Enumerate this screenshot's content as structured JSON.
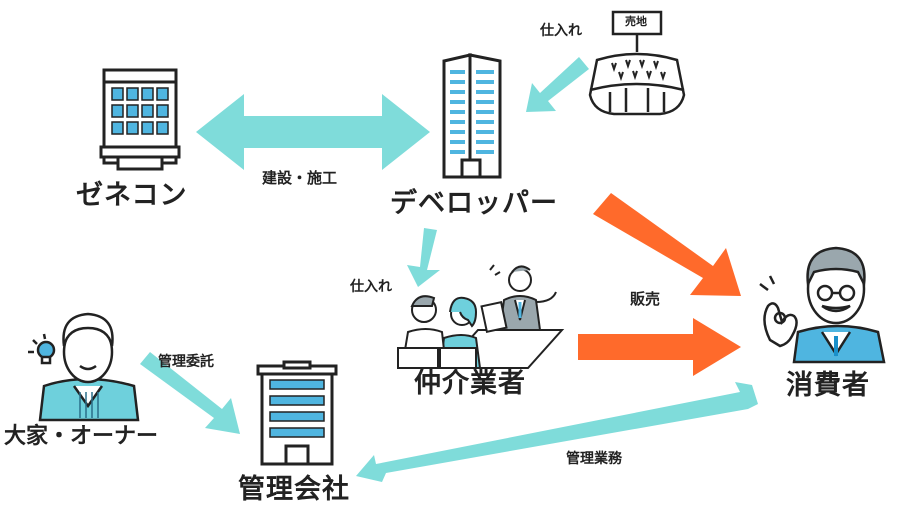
{
  "colors": {
    "accent_teal": "#7fdcda",
    "accent_orange": "#ff6a2b",
    "building_blue": "#4fb5e0",
    "outline": "#222222"
  },
  "nodes": {
    "genecon": "ゼネコン",
    "developer": "デベロッパー",
    "broker": "仲介業者",
    "consumer": "消費者",
    "owner": "大家・オーナー",
    "management": "管理会社"
  },
  "edges": {
    "construction": "建設・施工",
    "purchase_land": "仕入れ",
    "purchase_broker": "仕入れ",
    "sales": "販売",
    "management_commission": "管理委託",
    "management_work": "管理業務"
  },
  "sign_text": "売地",
  "icons": {
    "genecon": "office-building-icon",
    "developer": "skyscraper-icon",
    "land": "land-for-sale-icon",
    "broker": "meeting-people-icon",
    "consumer": "elderly-man-ok-gesture-icon",
    "owner": "man-with-idea-icon",
    "management": "apartment-building-icon"
  }
}
